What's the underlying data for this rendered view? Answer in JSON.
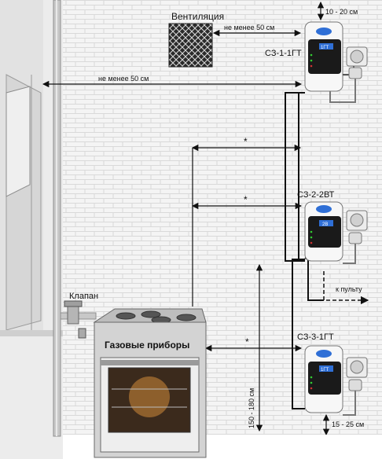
{
  "labels": {
    "ventilation": "Вентиляция",
    "vent_distance": "не менее 50 см",
    "ceiling_distance": "не менее 50 см",
    "top_gap": "10 - 20 см",
    "bottom_gap": "15 - 25 см",
    "height_range": "150 - 180 см",
    "valve": "Клапан",
    "gas_appliances": "Газовые приборы",
    "to_console": "к пульту",
    "star_1": "*",
    "star_2": "*",
    "star_3": "*"
  },
  "devices": [
    {
      "model": "СЗ-1-1ГТ",
      "panel_text": "1ГТ"
    },
    {
      "model": "СЗ-2-2ВТ",
      "panel_text": "2В"
    },
    {
      "model": "СЗ-3-1ГТ",
      "panel_text": "1ГТ"
    }
  ],
  "colors": {
    "wall": "#f4f4f4",
    "brick_line": "#d9d9d9",
    "pipe": "#c8c8c8",
    "device_body": "#f7f7f7",
    "device_face": "#1a1a1a",
    "device_badge": "#2f6fd6",
    "wire": "#111111",
    "stove": "#cfcfcf"
  }
}
